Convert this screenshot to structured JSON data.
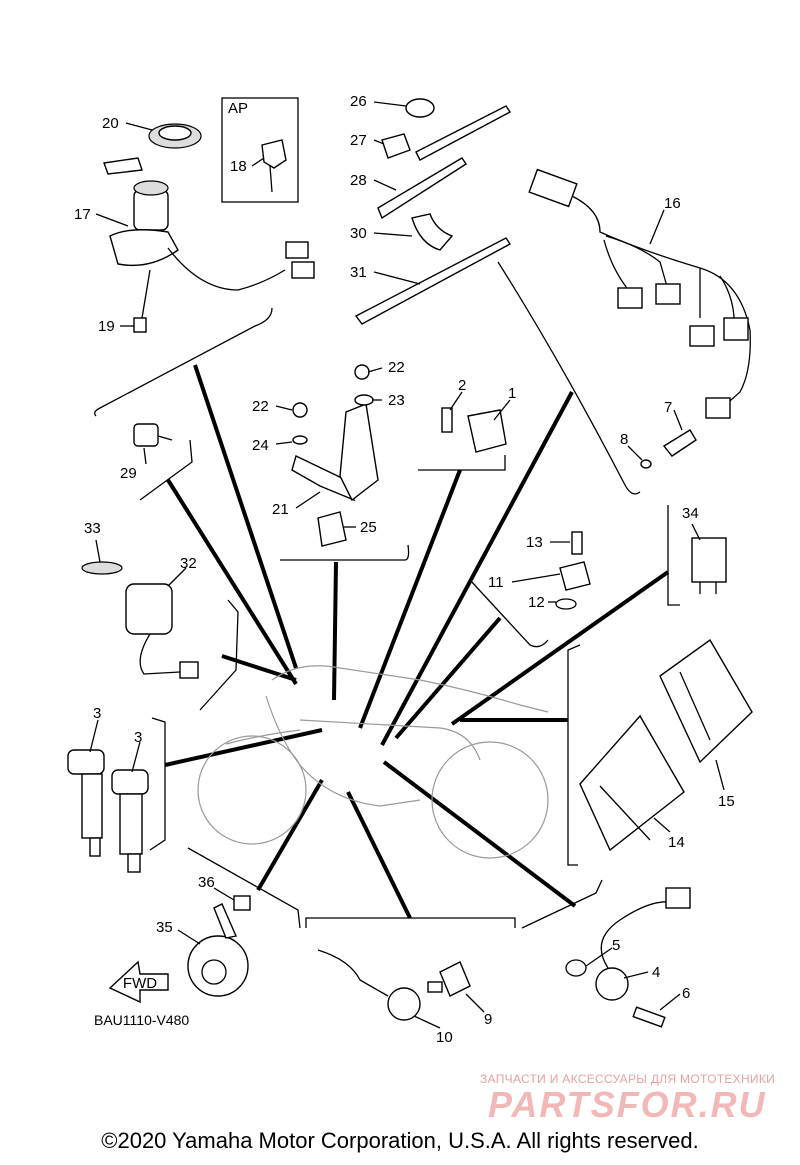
{
  "diagram": {
    "box_label": "AP",
    "diagram_code": "BAU1110-V480",
    "direction_label": "FWD",
    "copyright": "©2020 Yamaha Motor Corporation, U.S.A. All rights reserved.",
    "watermark_top": "ЗАПЧАСТИ И АКСЕССУАРЫ ДЛЯ МОТОТЕХНИКИ",
    "watermark_logo": "PARTSFOR.RU",
    "callouts": [
      "1",
      "2",
      "3",
      "3",
      "4",
      "5",
      "6",
      "7",
      "8",
      "9",
      "10",
      "11",
      "12",
      "13",
      "14",
      "15",
      "16",
      "17",
      "18",
      "19",
      "20",
      "21",
      "22",
      "22",
      "23",
      "24",
      "25",
      "26",
      "27",
      "28",
      "29",
      "30",
      "31",
      "32",
      "33",
      "34",
      "35",
      "36"
    ]
  }
}
